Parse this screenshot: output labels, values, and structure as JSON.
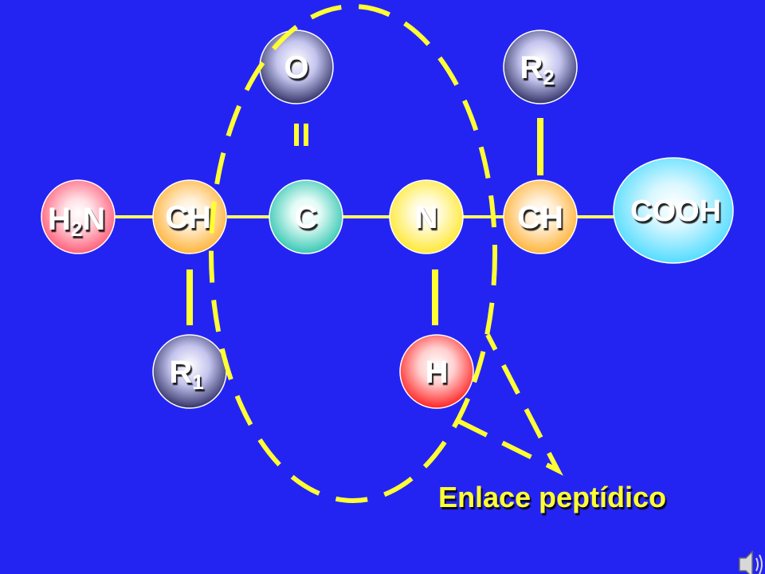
{
  "slide": {
    "background": "#2424f2"
  },
  "atoms": {
    "amino": {
      "text": "H",
      "sub": "2",
      "tail": "N",
      "color": "#ff5f7a"
    },
    "ch_left": {
      "text": "CH",
      "color": "#ffb43c"
    },
    "carbonyl_c": {
      "text": "C",
      "color": "#38c8b4"
    },
    "nitrogen": {
      "text": "N",
      "color": "#ffe836"
    },
    "ch_right": {
      "text": "CH",
      "color": "#ffb43c"
    },
    "carboxyl": {
      "text": "COOH",
      "color": "#40d8ff"
    },
    "oxygen": {
      "text": "O",
      "color": "#c4c4ee"
    },
    "r2": {
      "text": "R",
      "sub": "2",
      "color": "#c4c4ee"
    },
    "r1": {
      "text": "R",
      "sub": "1",
      "color": "#c4c4ee"
    },
    "hydrogen": {
      "text": "H",
      "color": "#ff2a2a"
    }
  },
  "bonds": {
    "main_chain_color": "#ffff66",
    "side_bond_color": "#ffff33",
    "double_bond_label": "="
  },
  "peptide_bond": {
    "label": "Enlace peptídico",
    "label_color": "#ffff33",
    "outline_color": "#ffff33",
    "outline_style": "dashed"
  },
  "toolbar": {
    "audio_icon": "speaker-icon"
  }
}
